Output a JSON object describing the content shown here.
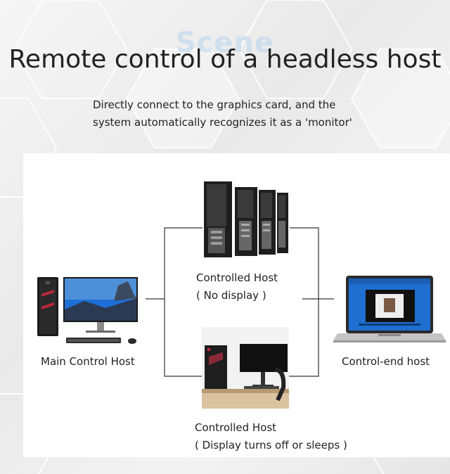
{
  "header": {
    "watermark": "Scene",
    "title": "Remote control of a headless host",
    "subtitle_line1": "Directly connect to the graphics card, and the",
    "subtitle_line2": "system automatically recognizes it as a 'monitor'"
  },
  "nodes": {
    "main": {
      "label": "Main Control Host"
    },
    "controlled_top": {
      "label_line1": "Controlled Host",
      "label_line2": "( No display )"
    },
    "controlled_bottom": {
      "label_line1": "Controlled Host",
      "label_line2": "( Display turns off or sleeps )"
    },
    "control_end": {
      "label": "Control-end host"
    }
  },
  "colors": {
    "tower": "#1b1b1b",
    "accent_red": "#c0273a",
    "screen_blue": "#1d6fd6",
    "line": "#333333"
  }
}
